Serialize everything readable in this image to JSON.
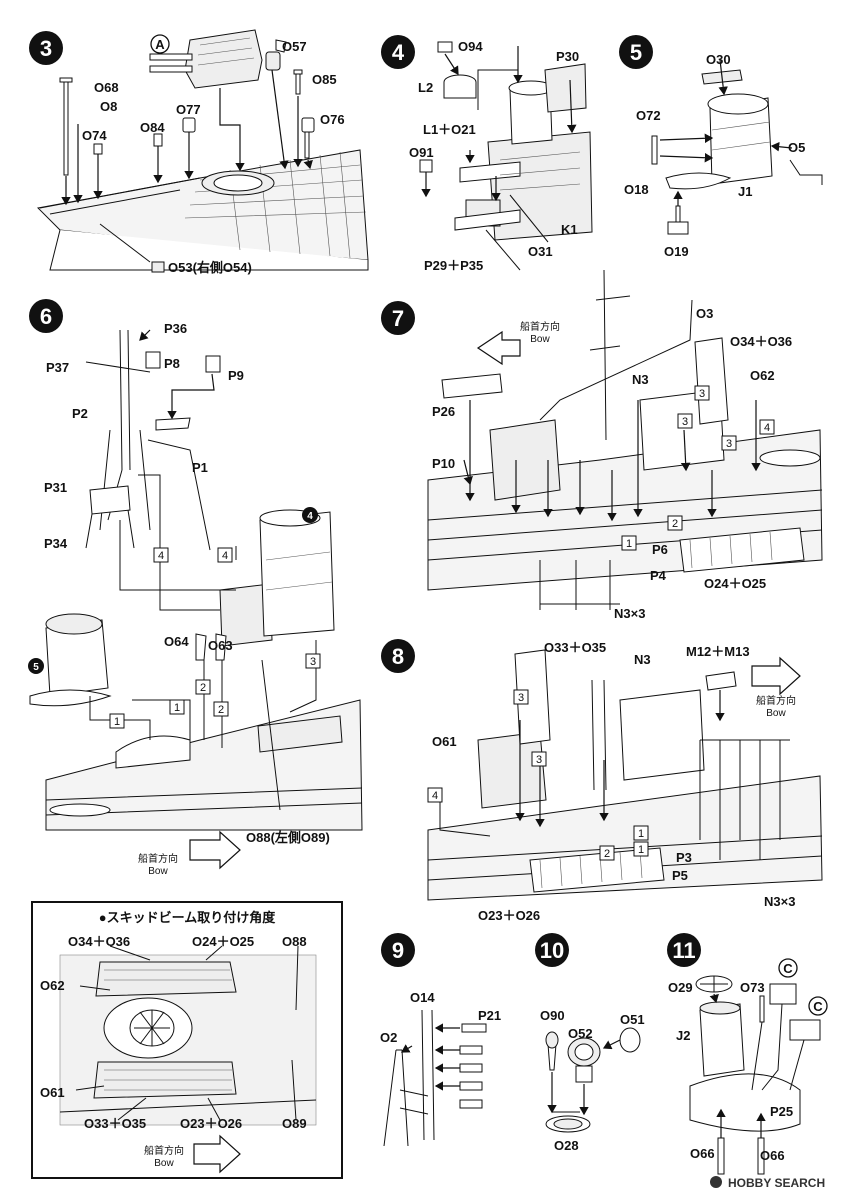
{
  "steps": [
    "3",
    "4",
    "5",
    "6",
    "7",
    "8",
    "9",
    "10",
    "11"
  ],
  "step3": {
    "marker": "A",
    "labels": [
      "O57",
      "O68",
      "O8",
      "O85",
      "O77",
      "O76",
      "O74",
      "O84",
      "O53(右側O54)"
    ]
  },
  "step4": {
    "labels": [
      "O94",
      "P30",
      "L2",
      "L1＋O21",
      "O91",
      "K1",
      "O31",
      "P29＋P35"
    ]
  },
  "step5": {
    "labels": [
      "O30",
      "O72",
      "O5",
      "O18",
      "J1",
      "O19"
    ]
  },
  "step6": {
    "labels": [
      "P36",
      "P37",
      "P8",
      "P9",
      "P2",
      "P1",
      "P31",
      "P34",
      "O64",
      "O63",
      "O88(左側O89)"
    ],
    "ref_step_a": "4",
    "ref_step_b": "5",
    "bow_label": "船首方向",
    "bow_label_en": "Bow",
    "box_nums": [
      "4",
      "4",
      "3",
      "2",
      "2",
      "1",
      "1"
    ]
  },
  "step7": {
    "bow_label": "船首方向",
    "bow_label_en": "Bow",
    "labels": [
      "O3",
      "O34＋O36",
      "N3",
      "O62",
      "P26",
      "P10",
      "P6",
      "P4",
      "O24＋O25",
      "N3×3"
    ],
    "box_nums": [
      "3",
      "3",
      "3",
      "4",
      "2",
      "1"
    ]
  },
  "step8": {
    "labels": [
      "O33＋O35",
      "N3",
      "M12＋M13",
      "O61",
      "P3",
      "P5",
      "O23＋O26",
      "N3×3"
    ],
    "bow_label": "船首方向",
    "bow_label_en": "Bow",
    "box_nums": [
      "3",
      "3",
      "4",
      "2",
      "1",
      "1"
    ]
  },
  "skid": {
    "title": "●スキッドビーム取り付け角度",
    "labels": [
      "O34＋O36",
      "O24＋O25",
      "O88",
      "O62",
      "O61",
      "O33＋O35",
      "O23＋O26",
      "O89"
    ],
    "bow_label": "船首方向",
    "bow_label_en": "Bow"
  },
  "step9": {
    "labels": [
      "O14",
      "P21",
      "O2"
    ]
  },
  "step10": {
    "labels": [
      "O90",
      "O52",
      "O51",
      "O28"
    ]
  },
  "step11": {
    "marker": "C",
    "labels": [
      "O29",
      "O73",
      "J2",
      "P25",
      "O66",
      "O66"
    ]
  },
  "watermark": "HOBBY SEARCH"
}
